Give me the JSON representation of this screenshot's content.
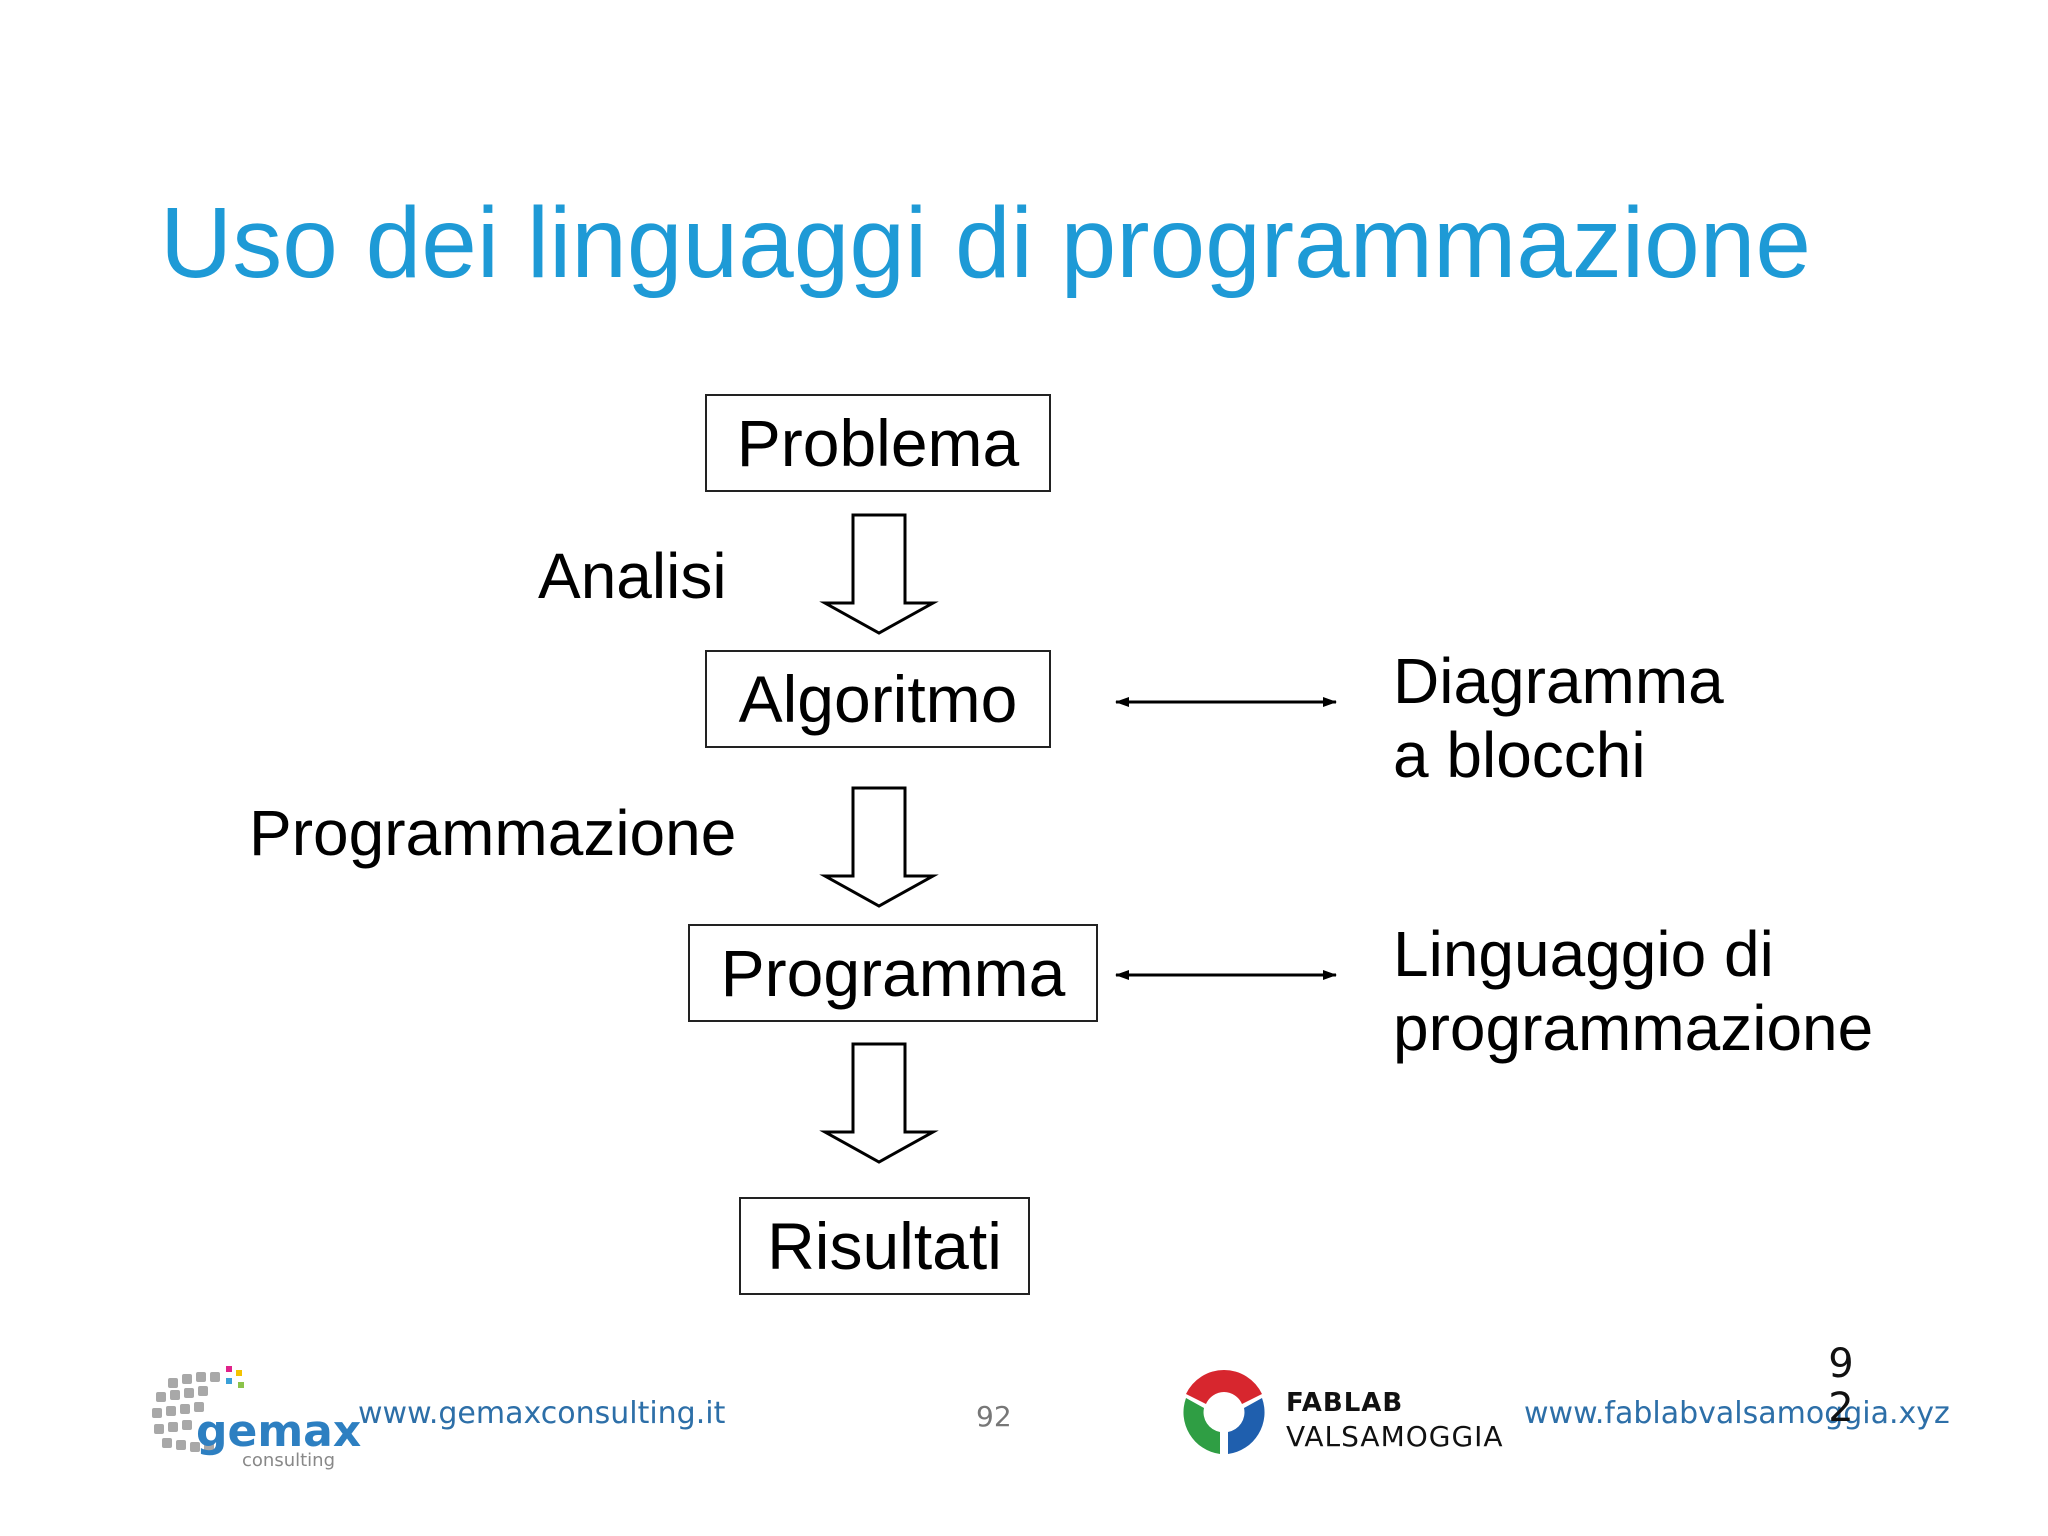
{
  "slide": {
    "title": "Uso dei linguaggi di programmazione"
  },
  "flow": {
    "nodes": [
      "Problema",
      "Algoritmo",
      "Programma",
      "Risultati"
    ],
    "step_labels": [
      "Analisi",
      "Programmazione"
    ],
    "side_notes": [
      {
        "line1": "Diagramma",
        "line2": "a blocchi"
      },
      {
        "line1": "Linguaggio di",
        "line2": "programmazione"
      }
    ]
  },
  "footer": {
    "left_url": "www.gemaxconsulting.it",
    "page_number": "92",
    "page_number_right_top": "9",
    "page_number_right_bottom": "2",
    "right_url": "www.fablabvalsamoggia.xyz",
    "fablab_line1": "FABLAB",
    "fablab_line2": "VALSAMOGGIA",
    "gemax_logo_text": "gemax",
    "gemax_logo_sub": "consulting"
  },
  "colors": {
    "title": "#1e9ad6",
    "link": "#2d6fa8"
  },
  "icons": [
    "gemax-logo-icon",
    "fablab-logo-icon"
  ]
}
